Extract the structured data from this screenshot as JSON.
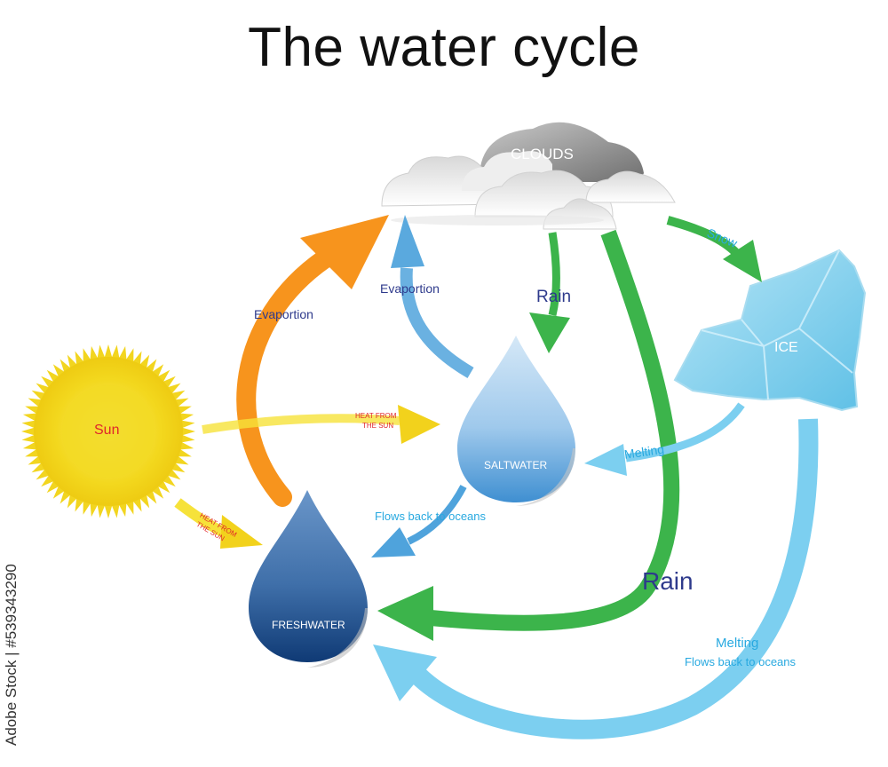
{
  "title": "The water cycle",
  "nodes": {
    "clouds": "CLOUDS",
    "sun": "Sun",
    "saltwater": "SALTWATER",
    "freshwater": "FRESHWATER",
    "ice": "ICE"
  },
  "edges": {
    "evaporation_fresh": "Evaportion",
    "evaporation_salt": "Evaportion",
    "rain_salt": "Rain",
    "rain_fresh": "Rain",
    "snow": "Snow",
    "heat_salt_line1": "HEAT FROM",
    "heat_salt_line2": "THE SUN",
    "heat_fresh_line1": "HEAT FROM",
    "heat_fresh_line2": "THE SUN",
    "melting_salt": "Melting",
    "flows_back_salt": "Flows back to oceans",
    "melting_fresh": "Melting",
    "flows_back_fresh": "Flows back to oceans"
  },
  "watermark": "Adobe Stock | #539343290",
  "colors": {
    "orange": "#f7941d",
    "green": "#3cb44b",
    "light_blue": "#7ccff0",
    "mid_blue": "#4fa3dc",
    "yellow": "#f6e23a",
    "sun": "#f5dc2a",
    "fresh_top": "#5b8bc2",
    "fresh_bottom": "#123f7a",
    "salt_top": "#c6e0f5",
    "salt_bottom": "#3d8fd0",
    "ice": "#8fd4ef",
    "label_navy": "#2e3a8c",
    "label_cyan": "#28a9e0",
    "label_red": "#e0252b"
  }
}
